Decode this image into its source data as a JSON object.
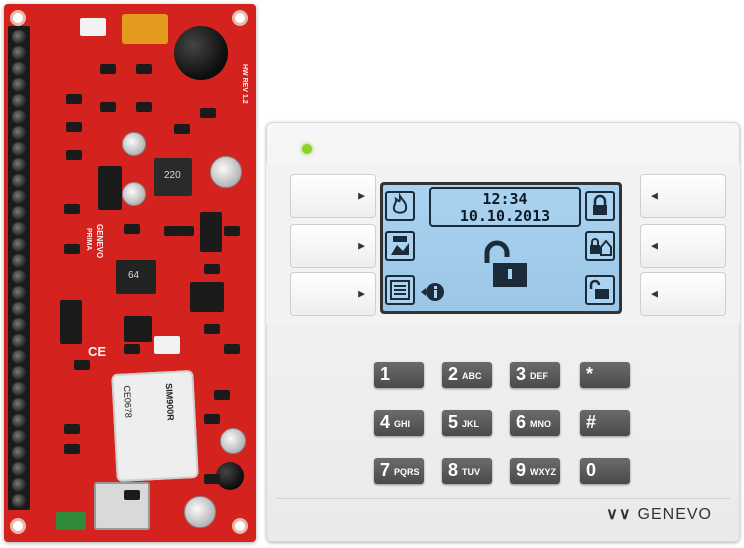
{
  "pcb": {
    "brand_text": "GENEVO",
    "model_text": "PRIMA",
    "revision_text": "HW REV 1.2",
    "inductor_text": "220",
    "chip_text": "64",
    "ce_mark": "CE",
    "gsm_module_text": "SIM900R",
    "gsm_module_code": "CE0678",
    "board_color": "#d4231e"
  },
  "keypad": {
    "led_color": "#8bd12c",
    "lcd": {
      "time": "12:34",
      "date": "10.10.2013",
      "icons": [
        "fire-icon",
        "lock-icon",
        "printer-icon",
        "lock-home-icon",
        "list-icon",
        "info-icon",
        "unlock-icon",
        "unlock-box-icon"
      ]
    },
    "keys": [
      {
        "digit": "1",
        "letters": ""
      },
      {
        "digit": "2",
        "letters": "ABC"
      },
      {
        "digit": "3",
        "letters": "DEF"
      },
      {
        "digit": "*",
        "letters": ""
      },
      {
        "digit": "4",
        "letters": "GHI"
      },
      {
        "digit": "5",
        "letters": "JKL"
      },
      {
        "digit": "6",
        "letters": "MNO"
      },
      {
        "digit": "#",
        "letters": ""
      },
      {
        "digit": "7",
        "letters": "PQRS"
      },
      {
        "digit": "8",
        "letters": "TUV"
      },
      {
        "digit": "9",
        "letters": "WXYZ"
      },
      {
        "digit": "0",
        "letters": ""
      }
    ],
    "brand": "GENEVO"
  }
}
